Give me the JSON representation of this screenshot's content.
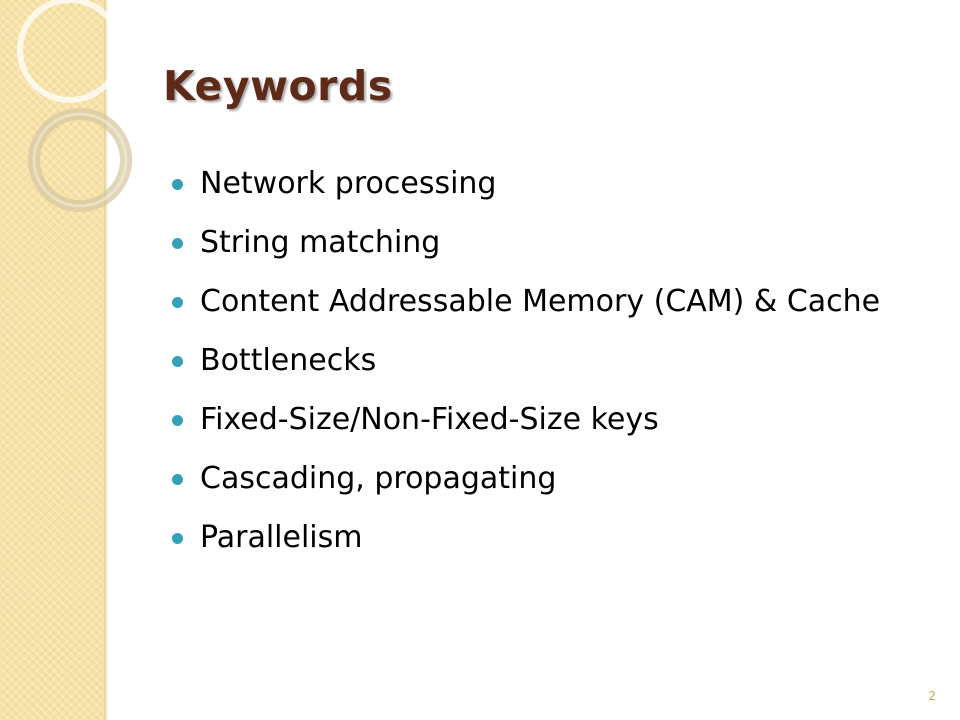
{
  "slide": {
    "title": "Keywords",
    "bullets": [
      "Network processing",
      "String matching",
      "Content Addressable Memory (CAM) & Cache",
      "Bottlenecks",
      "Fixed-Size/Non-Fixed-Size keys",
      "Cascading, propagating",
      "Parallelism"
    ],
    "page_number": "2"
  },
  "colors": {
    "title": "#5e2b19",
    "bullet": "#34a1b8",
    "side_strip": "#f7e2a6",
    "page_number": "#c9a54c"
  }
}
